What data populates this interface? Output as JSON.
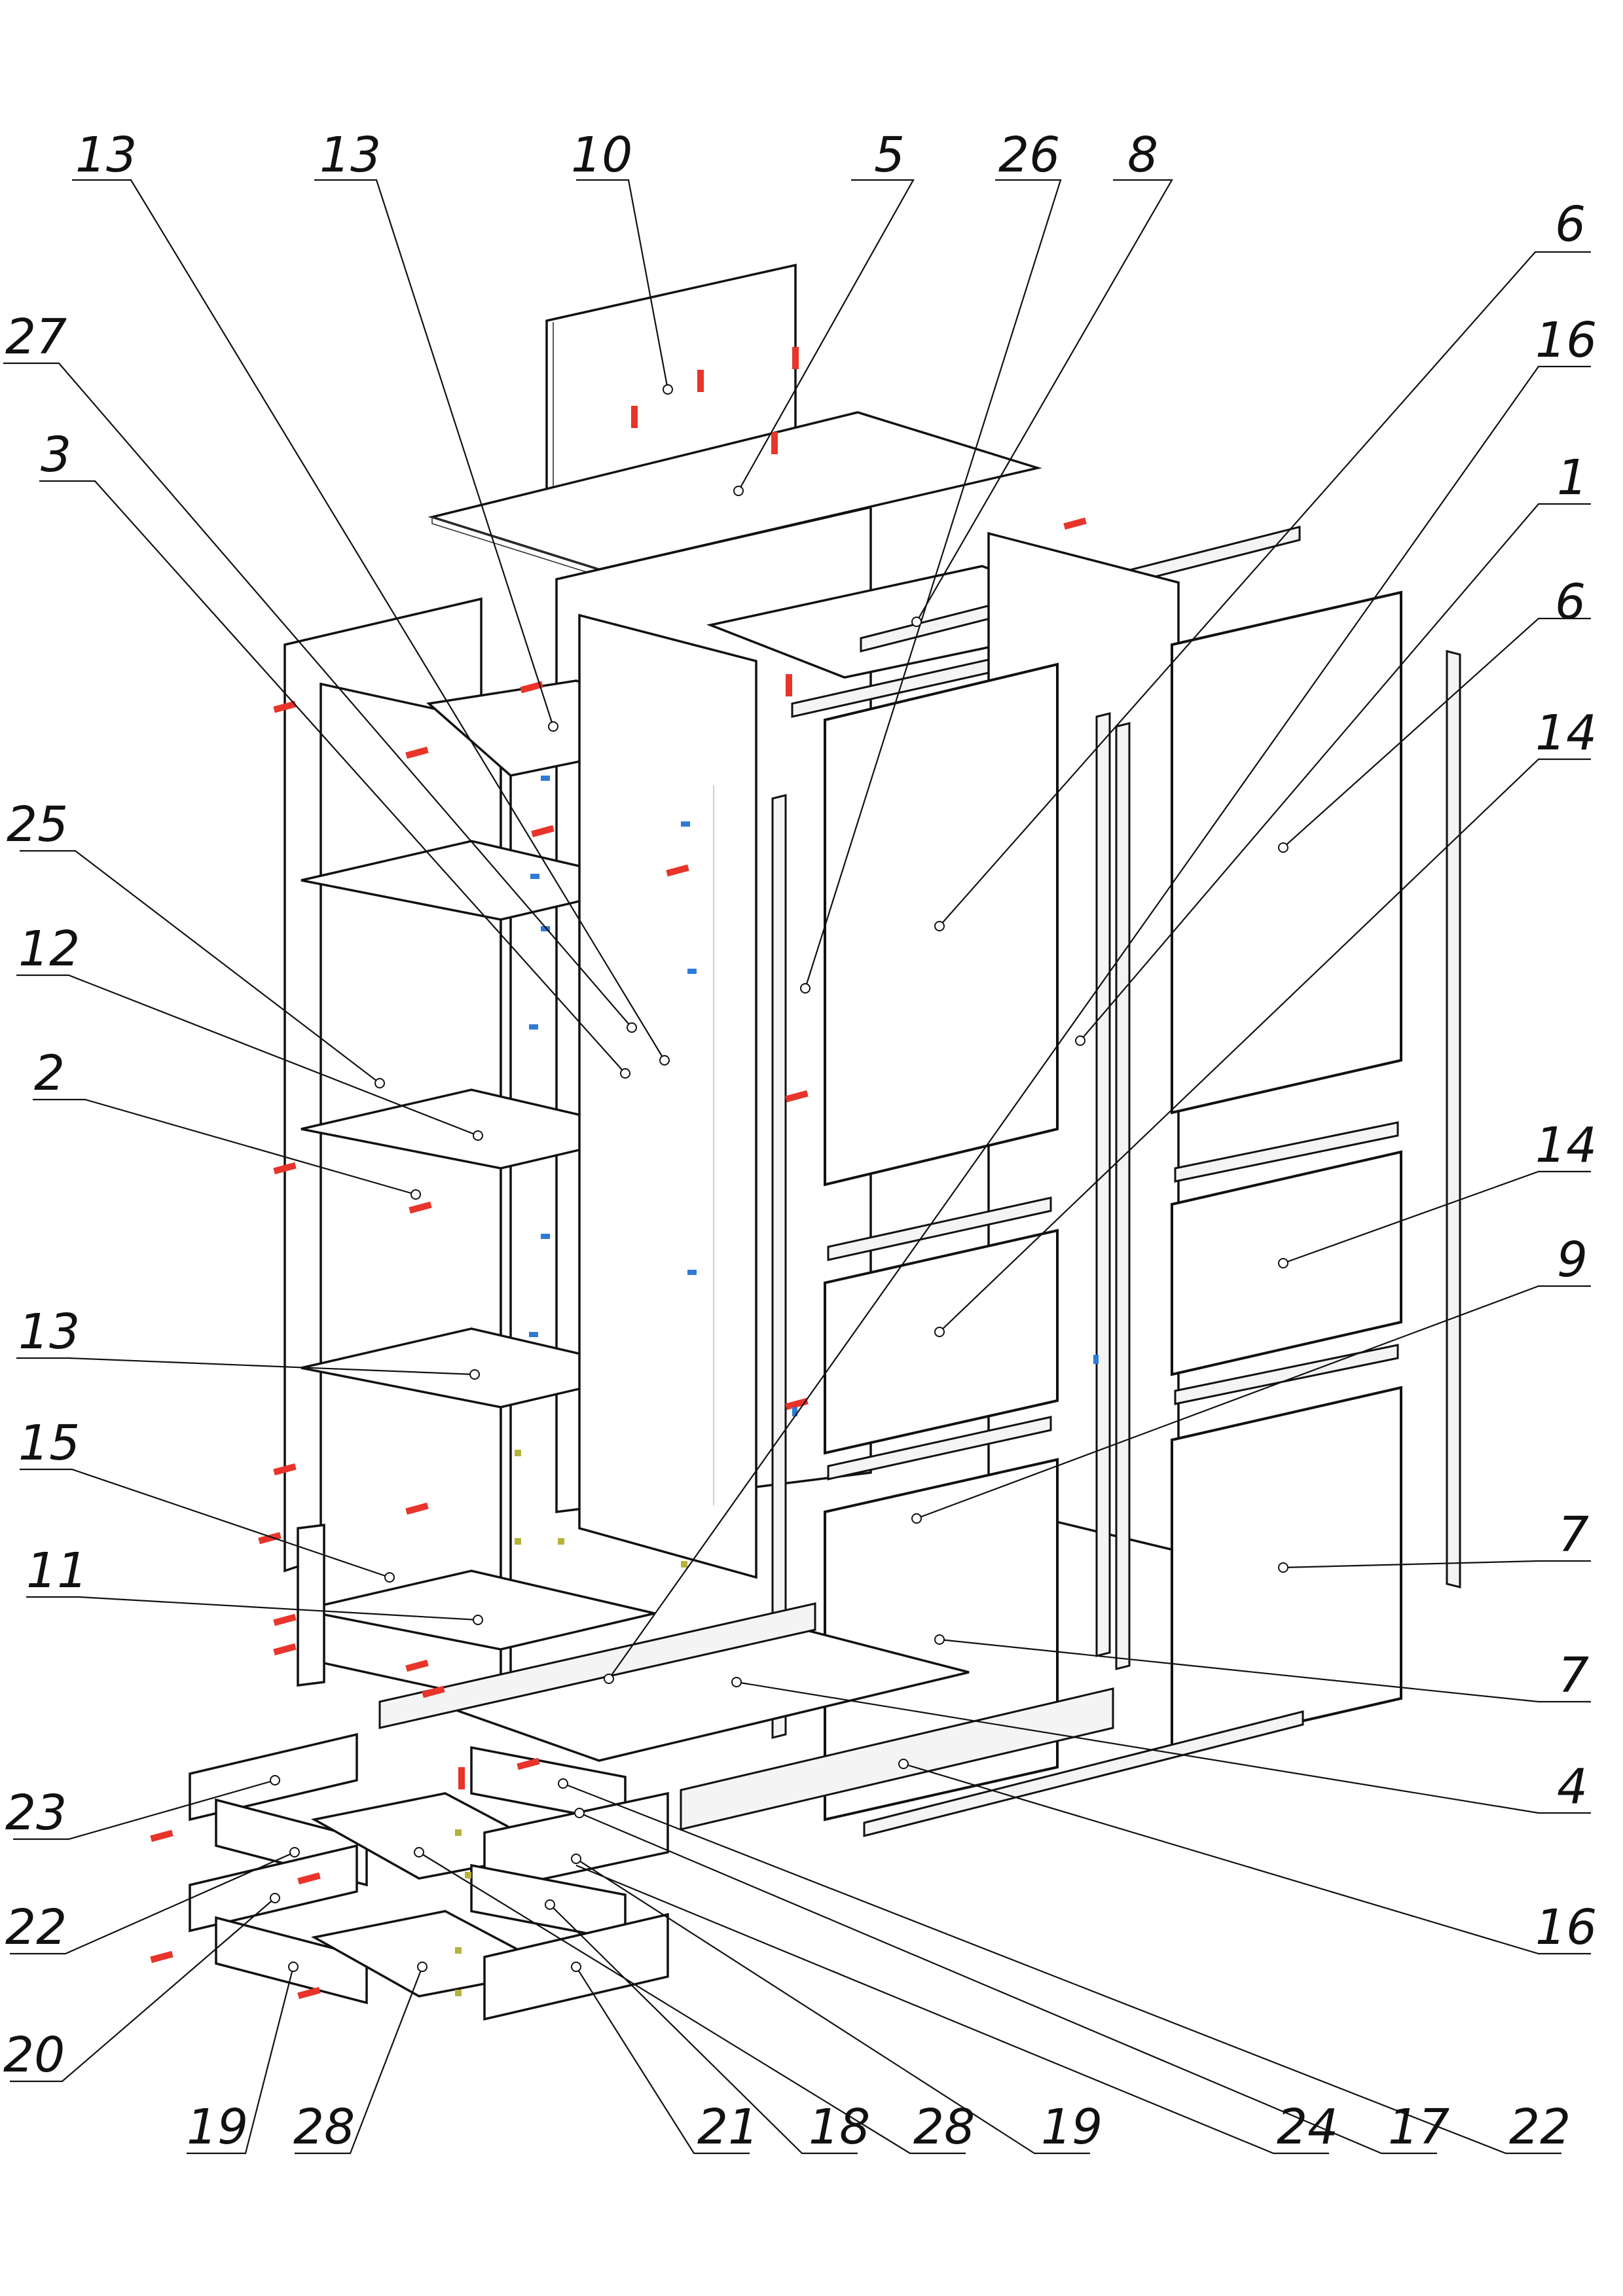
{
  "callouts": [
    {
      "id": "c13a",
      "text": "13"
    },
    {
      "id": "c13b",
      "text": "13"
    },
    {
      "id": "c10",
      "text": "10"
    },
    {
      "id": "c5",
      "text": "5"
    },
    {
      "id": "c26",
      "text": "26"
    },
    {
      "id": "c8",
      "text": "8"
    },
    {
      "id": "c6a",
      "text": "6"
    },
    {
      "id": "c27",
      "text": "27"
    },
    {
      "id": "c16a",
      "text": "16"
    },
    {
      "id": "c3",
      "text": "3"
    },
    {
      "id": "c1",
      "text": "1"
    },
    {
      "id": "c6b",
      "text": "6"
    },
    {
      "id": "c14a",
      "text": "14"
    },
    {
      "id": "c25",
      "text": "25"
    },
    {
      "id": "c12",
      "text": "12"
    },
    {
      "id": "c2",
      "text": "2"
    },
    {
      "id": "c14b",
      "text": "14"
    },
    {
      "id": "c9",
      "text": "9"
    },
    {
      "id": "c13c",
      "text": "13"
    },
    {
      "id": "c15",
      "text": "15"
    },
    {
      "id": "c7a",
      "text": "7"
    },
    {
      "id": "c11",
      "text": "11"
    },
    {
      "id": "c7b",
      "text": "7"
    },
    {
      "id": "c4",
      "text": "4"
    },
    {
      "id": "c23",
      "text": "23"
    },
    {
      "id": "c16b",
      "text": "16"
    },
    {
      "id": "c22a",
      "text": "22"
    },
    {
      "id": "c20",
      "text": "20"
    },
    {
      "id": "c19a",
      "text": "19"
    },
    {
      "id": "c28a",
      "text": "28"
    },
    {
      "id": "c21",
      "text": "21"
    },
    {
      "id": "c18",
      "text": "18"
    },
    {
      "id": "c28b",
      "text": "28"
    },
    {
      "id": "c19b",
      "text": "19"
    },
    {
      "id": "c24",
      "text": "24"
    },
    {
      "id": "c17",
      "text": "17"
    },
    {
      "id": "c22b",
      "text": "22"
    }
  ],
  "colors": {
    "line": "#111111",
    "fastener_red": "#e8342a",
    "fastener_blue": "#2e7bd6",
    "fastener_olive": "#b6b23a"
  }
}
